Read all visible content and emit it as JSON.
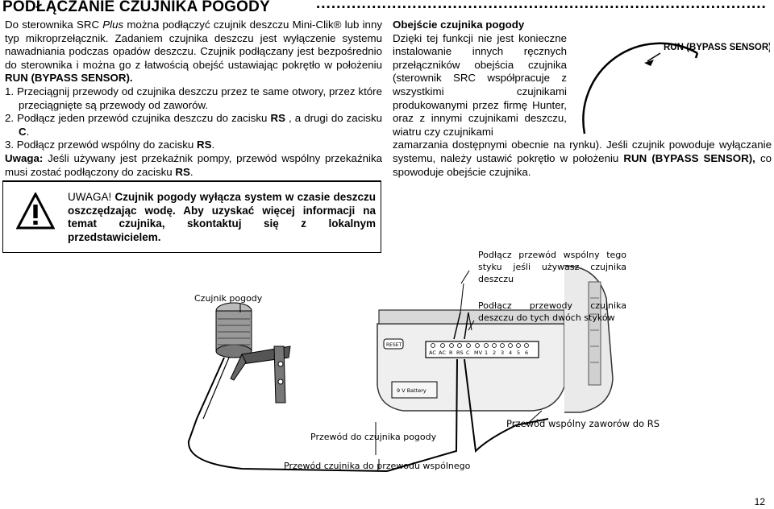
{
  "header": {
    "title": "PODŁĄCZANIE CZUJNIKA POGODY",
    "dots": "................................................................................................................................................................................................."
  },
  "left": {
    "intro_1": "Do sterownika SRC ",
    "intro_plus": "Plus",
    "intro_2": " można podłączyć czujnik deszczu Mini-Clik® lub inny typ mikroprzełącznik. Zadaniem czujnika deszczu jest wyłączenie systemu nawadniania podczas opadów deszczu. Czujnik podłączany jest bezpośrednio do sterownika i można go z łatwością obejść ustawiając pokrętło w położeniu ",
    "intro_bold": "RUN (BYPASS SENSOR).",
    "step1": "1. Przeciągnij przewody od czujnika deszczu przez te same otwory, przez które przeciągnięte są przewody od zaworów.",
    "step2_a": "2. Podłącz jeden przewód czujnika deszczu do zacisku ",
    "step2_rs": "RS",
    "step2_b": " , a drugi do zacisku ",
    "step2_c": "C",
    "step2_end": ".",
    "step3_a": "3. Podłącz przewód wspólny do zacisku ",
    "step3_rs": "RS",
    "step3_end": ".",
    "note_label": "Uwaga:",
    "note_a": " Jeśli używany jest przekaźnik pompy, przewód wspólny przekaźnika musi zostać podłączony do zacisku ",
    "note_rs": "RS",
    "note_end": "."
  },
  "right": {
    "heading": "Obejście czujnika pogody",
    "p_narrow": "Dzięki tej funkcji nie jest konieczne instalowanie innych ręcznych przełączników obejścia czujnika (sterownik SRC współpracuje z wszystkimi czujnikami produkowanymi przez firmę Hunter, oraz z innymi czujnikami deszczu, wiatru czy czujnikami",
    "p_wide_a": "zamarzania dostępnymi obecnie na rynku). Jeśli czujnik powoduje wyłączanie systemu, należy ustawić pokrętło w położeniu ",
    "p_wide_bold": "RUN (BYPASS SENSOR),",
    "p_wide_b": " co spowoduje obejście czujnika."
  },
  "warning": {
    "text_a": "UWAGA! ",
    "text_b": "Czujnik pogody wyłącza system w czasie deszczu oszczędzając wodę.",
    "text_c": " Aby uzyskać więcej informacji na temat czujnika, skontaktuj się z lokalnym przedstawicielem."
  },
  "dial": {
    "label": "RUN (BYPASS SENSOR)"
  },
  "diagram": {
    "label_sensor": "Czujnik pogody",
    "label_common_to": "Podłącz przewód wspólny tego styku jeśli używasz czujnika deszczu",
    "label_wires": "Podłącz przewody czujnika deszczu do tych dwóch styków",
    "label_sensor_wire": "Przewód do czujnika pogody",
    "label_common_rs": "Przewód wspólny zaworów do RS",
    "label_to_common": "Przewód czujnika do przewodu wspólnego",
    "reset_label": "RESET",
    "battery_label": "9 V Battery",
    "terminals": [
      "AC",
      "AC",
      "R",
      "RS",
      "C",
      "MV",
      "1",
      "2",
      "3",
      "4",
      "5",
      "6"
    ]
  },
  "page": {
    "number": "12"
  }
}
